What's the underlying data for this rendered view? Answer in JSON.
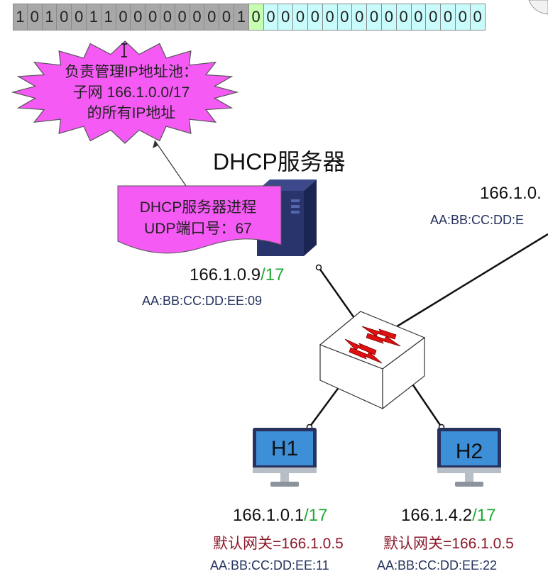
{
  "ip_bits": {
    "network": [
      "1",
      "0",
      "1",
      "0",
      "0",
      "1",
      "1",
      "0",
      "0",
      "0",
      "0",
      "0",
      "0",
      "0",
      "0",
      "1"
    ],
    "subnet": [
      "0"
    ],
    "host": [
      "0",
      "0",
      "0",
      "0",
      "0",
      "0",
      "0",
      "0",
      "0",
      "0",
      "0",
      "0",
      "0",
      "0",
      "0"
    ]
  },
  "callout": {
    "line1": "负责管理IP地址池：",
    "line2": "子网 166.1.0.0/17",
    "line3": "的所有IP地址"
  },
  "server": {
    "title": "DHCP服务器",
    "process_line1": "DHCP服务器进程",
    "process_line2": "UDP端口号：67",
    "ip": "166.1.0.9",
    "prefix": "/17",
    "mac": "AA:BB:CC:DD:EE:09"
  },
  "router_partial": {
    "ip": "166.1.0.",
    "mac": "AA:BB:CC:DD:E"
  },
  "hosts": [
    {
      "label": "H1",
      "ip": "166.1.0.1",
      "prefix": "/17",
      "gateway": "默认网关=166.1.0.5",
      "mac": "AA:BB:CC:DD:EE:11"
    },
    {
      "label": "H2",
      "ip": "166.1.4.2",
      "prefix": "/17",
      "gateway": "默认网关=166.1.0.5",
      "mac": "AA:BB:CC:DD:EE:22"
    }
  ],
  "colors": {
    "callout_fill": "#f55af5",
    "process_fill": "#f55af5",
    "network_bits": "#a8a8a8",
    "subnet_bit": "#c6ffb0",
    "host_bits": "#c8fbfb",
    "prefix": "#22a836",
    "mac": "#24325e",
    "gateway": "#8b1a2a",
    "switch_arrows": "#e01010"
  },
  "icons": [
    "server-icon",
    "switch-icon",
    "monitor-icon",
    "cursor-icon"
  ]
}
